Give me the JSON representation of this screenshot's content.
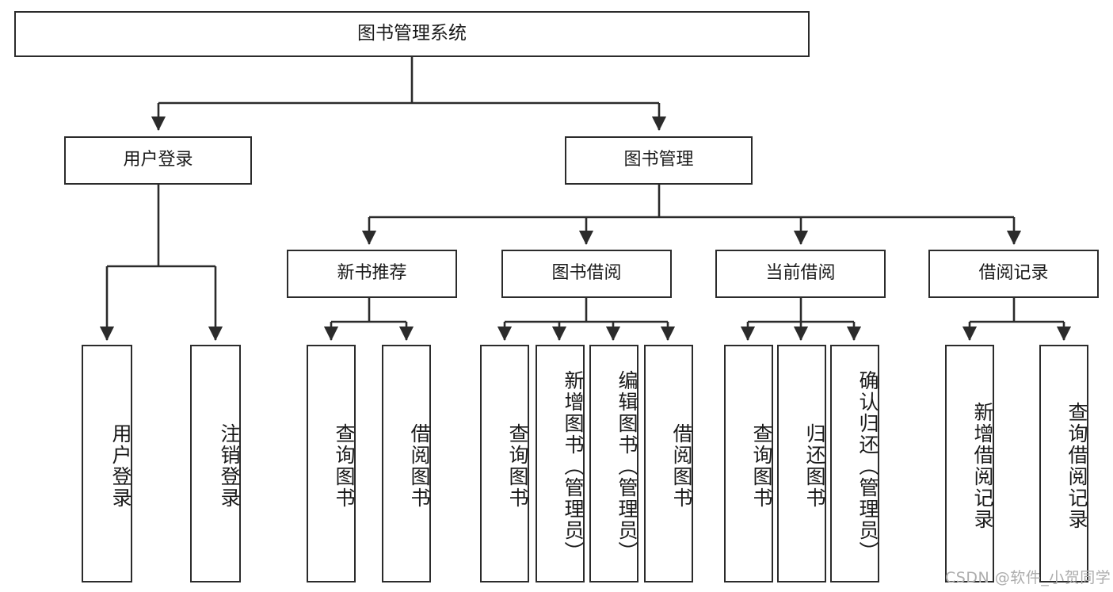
{
  "diagram": {
    "type": "tree-hierarchy-flowchart",
    "title": "图书管理系统",
    "line_color": "#2b2b2b",
    "box_fill": "#ffffff",
    "text_color": "#1a1a1a",
    "watermark": "CSDN @软件_小贺同学",
    "nodes": {
      "root": {
        "label": "图书管理系统"
      },
      "level1": [
        {
          "id": "user-login",
          "label": "用户登录"
        },
        {
          "id": "book-manage",
          "label": "图书管理"
        }
      ],
      "level2": [
        {
          "id": "new-book-recommend",
          "label": "新书推荐",
          "parent": "book-manage"
        },
        {
          "id": "book-borrow",
          "label": "图书借阅",
          "parent": "book-manage"
        },
        {
          "id": "current-borrow",
          "label": "当前借阅",
          "parent": "book-manage"
        },
        {
          "id": "borrow-record",
          "label": "借阅记录",
          "parent": "book-manage"
        }
      ],
      "leaves": [
        {
          "id": "leaf-user-login",
          "label": "用户登录",
          "parent": "user-login"
        },
        {
          "id": "leaf-user-logout",
          "label": "注销登录",
          "parent": "user-login"
        },
        {
          "id": "leaf-query-book-1",
          "label": "查询图书",
          "parent": "new-book-recommend"
        },
        {
          "id": "leaf-borrow-book-1",
          "label": "借阅图书",
          "parent": "new-book-recommend"
        },
        {
          "id": "leaf-query-book-2",
          "label": "查询图书",
          "parent": "book-borrow"
        },
        {
          "id": "leaf-add-book",
          "label": "新增图书（管理员）",
          "parent": "book-borrow"
        },
        {
          "id": "leaf-edit-book",
          "label": "编辑图书（管理员）",
          "parent": "book-borrow"
        },
        {
          "id": "leaf-borrow-book-2",
          "label": "借阅图书",
          "parent": "book-borrow"
        },
        {
          "id": "leaf-query-book-3",
          "label": "查询图书",
          "parent": "current-borrow"
        },
        {
          "id": "leaf-return-book",
          "label": "归还图书",
          "parent": "current-borrow"
        },
        {
          "id": "leaf-confirm-return",
          "label": "确认归还（管理员）",
          "parent": "current-borrow"
        },
        {
          "id": "leaf-add-record",
          "label": "新增借阅记录",
          "parent": "borrow-record"
        },
        {
          "id": "leaf-query-record",
          "label": "查询借阅记录",
          "parent": "borrow-record"
        }
      ]
    }
  }
}
